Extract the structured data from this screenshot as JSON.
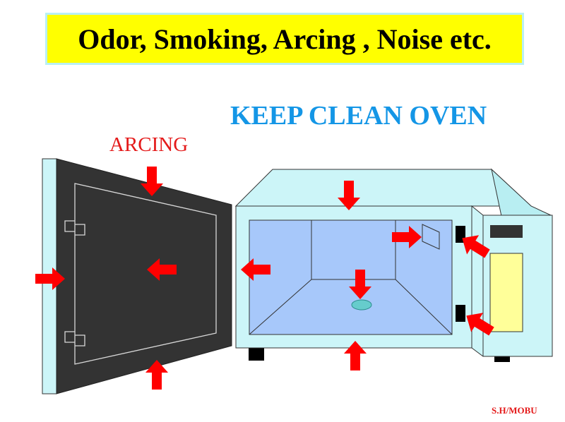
{
  "title": "Odor, Smoking, Arcing , Noise etc.",
  "headline": "KEEP CLEAN OVEN",
  "arcing_label": "ARCING",
  "credit": "S.H/MOBU",
  "colors": {
    "title_background": "#ffff00",
    "title_border": "#b9f0f3",
    "headline": "#1496e6",
    "label_red": "#e41a1a",
    "arrow": "#ff0000",
    "oven_body": "#ccf5f8",
    "cavity": "#a7c8fa",
    "door_panel": "#333333",
    "door_edge": "#ccf5f8",
    "control_window": "#ffff99",
    "waveguide": "#66cccc"
  },
  "icons": [
    "arrow-icon"
  ]
}
